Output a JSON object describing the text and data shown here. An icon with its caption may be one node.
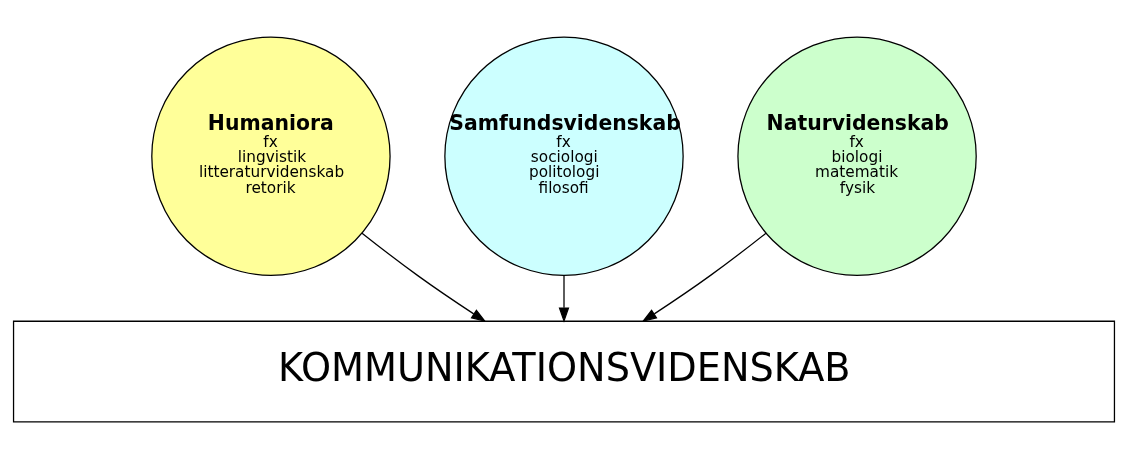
{
  "diagram": {
    "nodes": [
      {
        "text": [
          "Humaniora",
          "fx",
          "lingvistik",
          "litteraturvidenskab",
          "retorik"
        ]
      },
      {
        "text": [
          "Samfundsvidenskab",
          "fx",
          "sociologi",
          "politologi",
          "filosofi"
        ]
      },
      {
        "text": [
          "Naturvidenskab",
          "fx",
          "biologi",
          "matematik",
          "fysik"
        ]
      },
      {
        "text": [
          "KOMMUNIKATIONSVIDENSKAB"
        ]
      }
    ],
    "edges": [
      {
        "from": 0,
        "to": 3,
        "arrow": "to"
      },
      {
        "from": 1,
        "to": 3,
        "arrow": "to"
      },
      {
        "from": 2,
        "to": 3,
        "arrow": "to"
      }
    ]
  }
}
